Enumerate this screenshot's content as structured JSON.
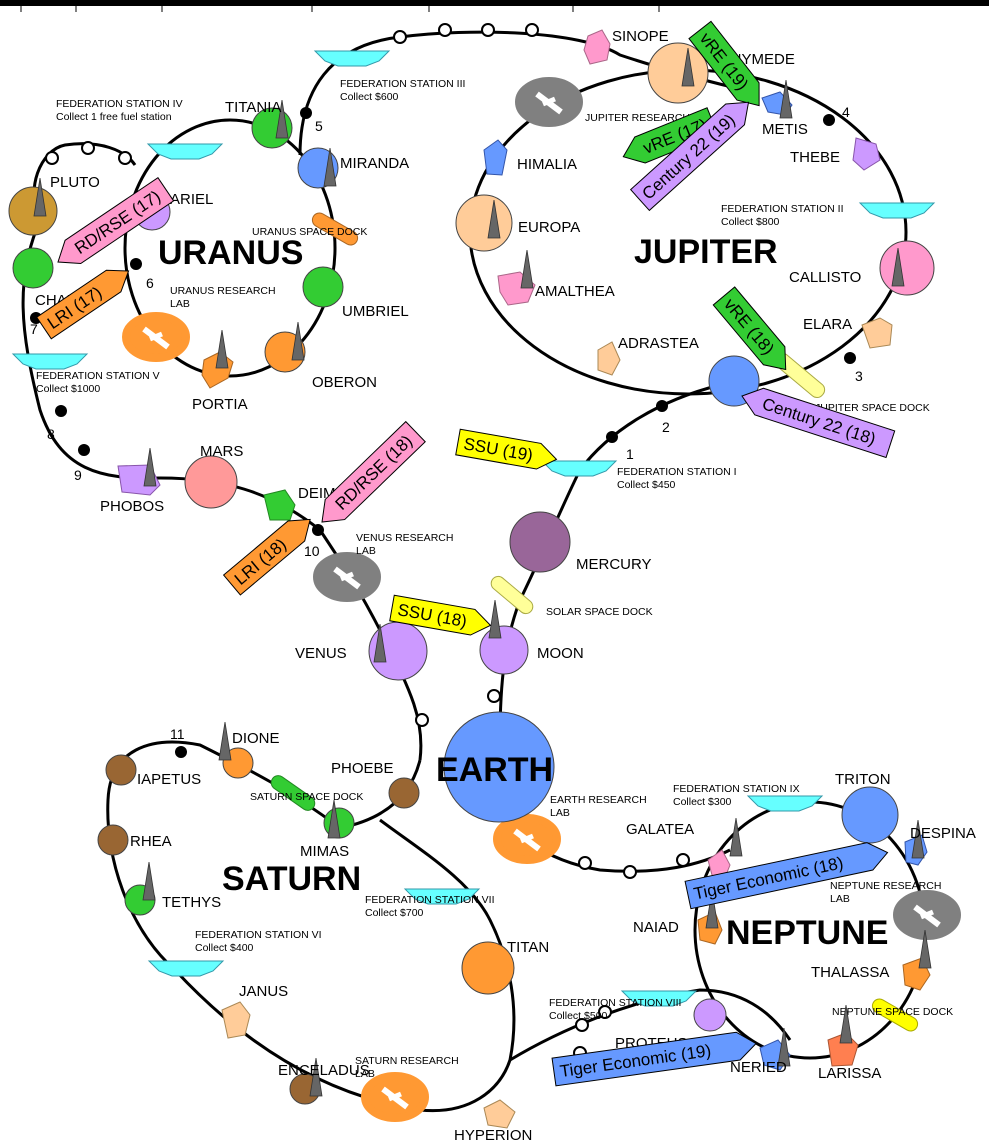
{
  "colors": {
    "green": "#33cc33",
    "orange": "#ff9933",
    "purple": "#cc99ff",
    "blue": "#6699ff",
    "pink": "#ff99cc",
    "peach": "#ffcc99",
    "brown": "#996633",
    "gold": "#cc9933",
    "gray": "#808080",
    "cyan": "#66ffff",
    "yellow": "#ffff99",
    "violet": "#996699",
    "salmon": "#ff9999",
    "rust": "#ff7f50"
  },
  "regions": {
    "uranus": "URANUS",
    "jupiter": "JUPITER",
    "earth": "EARTH",
    "saturn": "SATURN",
    "neptune": "NEPTUNE"
  },
  "bodies": {
    "pluto": "PLUTO",
    "charon": "CHARON",
    "ariel": "ARIEL",
    "titania": "TITANIA",
    "miranda": "MIRANDA",
    "umbriel": "UMBRIEL",
    "oberon": "OBERON",
    "portia": "PORTIA",
    "sinope": "SINOPE",
    "ganymede": "GANYMEDE",
    "himalia": "HIMALIA",
    "metis": "METIS",
    "thebe": "THEBE",
    "europa": "EUROPA",
    "amalthea": "AMALTHEA",
    "callisto": "CALLISTO",
    "elara": "ELARA",
    "adrastea": "ADRASTEA",
    "mars": "MARS",
    "deimos": "DEIMOS",
    "phobos": "PHOBOS",
    "mercury": "MERCURY",
    "venus": "VENUS",
    "moon": "MOON",
    "dione": "DIONE",
    "iapetus": "IAPETUS",
    "phoebe": "PHOEBE",
    "rhea": "RHEA",
    "mimas": "MIMAS",
    "tethys": "TETHYS",
    "titan": "TITAN",
    "janus": "JANUS",
    "enceladus": "ENCELADUS",
    "hyperion": "HYPERION",
    "triton": "TRITON",
    "galatea": "GALATEA",
    "despina": "DESPINA",
    "naiad": "NAIAD",
    "thalassa": "THALASSA",
    "proteus": "PROTEUS",
    "nereid": "NERIED",
    "larissa": "LARISSA"
  },
  "stations": {
    "s1": "FEDERATION STATION I",
    "s1c": "Collect $450",
    "s2": "FEDERATION STATION II",
    "s2c": "Collect $800",
    "s3": "FEDERATION STATION III",
    "s3c": "Collect $600",
    "s4": "FEDERATION STATION IV",
    "s4c": "Collect 1 free fuel station",
    "s5": "FEDERATION STATION V",
    "s5c": "Collect $1000",
    "s6": "FEDERATION STATION VI",
    "s6c": "Collect $400",
    "s7": "FEDERATION STATION VII",
    "s7c": "Collect $700",
    "s8": "FEDERATION STATION VIII",
    "s8c": "Collect $500",
    "s9": "FEDERATION STATION IX",
    "s9c": "Collect $300"
  },
  "labs": {
    "uranus_lab_1": "URANUS RESEARCH",
    "uranus_lab_2": "LAB",
    "jupiter_lab": "JUPITER RESEARCH",
    "venus_lab_1": "VENUS RESEARCH",
    "venus_lab_2": "LAB",
    "earth_lab_1": "EARTH RESEARCH",
    "earth_lab_2": "LAB",
    "neptune_lab_1": "NEPTUNE RESEARCH",
    "neptune_lab_2": "LAB",
    "saturn_lab_1": "SATURN RESEARCH",
    "saturn_lab_2": "LAB"
  },
  "docks": {
    "uranus": "URANUS SPACE DOCK",
    "jupiter": "JUPITER SPACE DOCK",
    "solar": "SOLAR SPACE DOCK",
    "saturn": "SATURN SPACE DOCK",
    "neptune": "NEPTUNE SPACE DOCK"
  },
  "numbers": [
    "1",
    "2",
    "3",
    "4",
    "5",
    "6",
    "7",
    "8",
    "9",
    "10",
    "11"
  ],
  "companies": {
    "vre19": "vRE (19)",
    "vre17": "vRE (17)",
    "vre18": "vRE (18)",
    "century19": "Century 22 (19)",
    "century18": "Century 22 (18)",
    "rd17": "RD/RSE (17)",
    "rd18": "RD/RSE (18)",
    "lri17": "LRI (17)",
    "lri18": "LRI (18)",
    "ssu19": "SSU (19)",
    "ssu18": "SSU (18)",
    "tiger18": "Tiger Economic (18)",
    "tiger19": "Tiger Economic (19)"
  }
}
